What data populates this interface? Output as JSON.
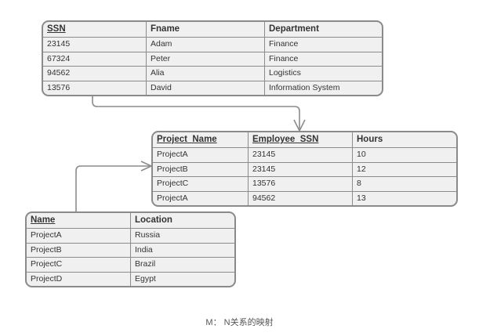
{
  "employee_table": {
    "columns": [
      "SSN",
      "Fname",
      "Department"
    ],
    "rows": [
      [
        "23145",
        "Adam",
        "Finance"
      ],
      [
        "67324",
        "Peter",
        "Finance"
      ],
      [
        "94562",
        "Alia",
        "Logistics"
      ],
      [
        "13576",
        "David",
        "Information System"
      ]
    ]
  },
  "assignment_table": {
    "columns": [
      "Project_Name",
      "Employee_SSN",
      "Hours"
    ],
    "rows": [
      [
        "ProjectA",
        "23145",
        "10"
      ],
      [
        "ProjectB",
        "23145",
        "12"
      ],
      [
        "ProjectC",
        "13576",
        "8"
      ],
      [
        "ProjectA",
        "94562",
        "13"
      ]
    ]
  },
  "project_table": {
    "columns": [
      "Name",
      "Location"
    ],
    "rows": [
      [
        "ProjectA",
        "Russia"
      ],
      [
        "ProjectB",
        "India"
      ],
      [
        "ProjectC",
        "Brazil"
      ],
      [
        "ProjectD",
        "Egypt"
      ]
    ]
  },
  "caption": "M： N关系的映射"
}
